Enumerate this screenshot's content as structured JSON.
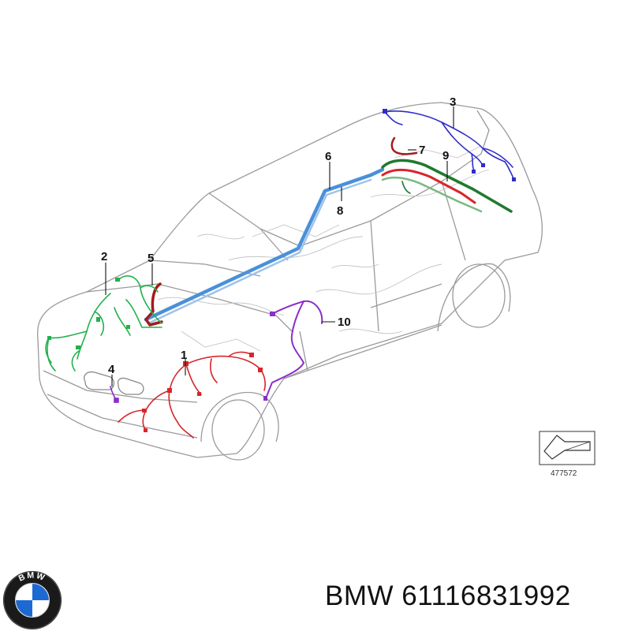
{
  "diagram": {
    "callouts": [
      "1",
      "2",
      "3",
      "4",
      "5",
      "6",
      "7",
      "8",
      "9",
      "10"
    ],
    "reference_number": "477572"
  },
  "logo": {
    "letters": "BMW"
  },
  "footer": {
    "part_label": "BMW 61116831992"
  },
  "colors": {
    "wire_red": "#d7262b",
    "wire_green": "#22b14c",
    "wire_blue": "#2d2dc8",
    "wire_lightblue": "#4a90d9",
    "wire_darkred": "#a31b1b",
    "wire_darkgreen": "#1f7a2e",
    "wire_purple": "#8b2fc9",
    "car_outline": "#9a9a9a",
    "logo_blue": "#1c69d4"
  }
}
